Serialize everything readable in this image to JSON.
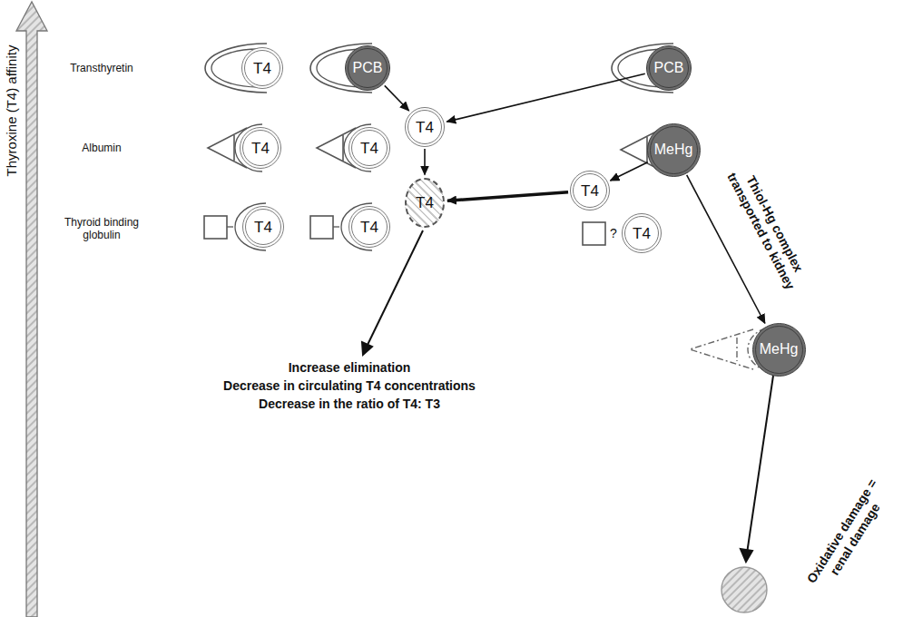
{
  "diagram": {
    "nodes": [
      {
        "text": [
          "T4"
        ]
      },
      {
        "text": [
          "PCB"
        ]
      },
      {
        "text": [
          "PCB"
        ]
      },
      {
        "text": [
          "T4"
        ]
      },
      {
        "text": [
          "T4"
        ]
      },
      {
        "text": [
          "T4"
        ]
      },
      {
        "text": [
          "MeHg"
        ]
      },
      {
        "text": [
          "T4"
        ]
      },
      {
        "text": [
          "T4"
        ]
      },
      {
        "text": [
          "T4"
        ]
      },
      {
        "text": [
          "T4"
        ]
      },
      {
        "text": [
          "T4"
        ]
      },
      {
        "text": [
          "MeHg"
        ]
      }
    ],
    "edges": [
      {
        "from": 1,
        "to": 3,
        "arrow": "to"
      },
      {
        "from": 2,
        "to": 3,
        "arrow": "to"
      },
      {
        "from": 3,
        "to": 7,
        "arrow": "to"
      },
      {
        "from": 6,
        "to": 8,
        "arrow": "to"
      },
      {
        "from": 8,
        "to": 7,
        "arrow": "to"
      },
      {
        "from": 6,
        "to": 12,
        "label": "Thiol-Hg complex transported to kidney",
        "arrow": "to"
      }
    ],
    "labels": [
      "Thyroxine (T4) affinity",
      "Transthyretin",
      "Albumin",
      "Thyroid binding globulin",
      "?",
      "Increase elimination",
      "Decrease in circulating T4 concentrations",
      "Decrease in the ratio of T4: T3",
      "Oxidative damage = renal damage"
    ]
  }
}
